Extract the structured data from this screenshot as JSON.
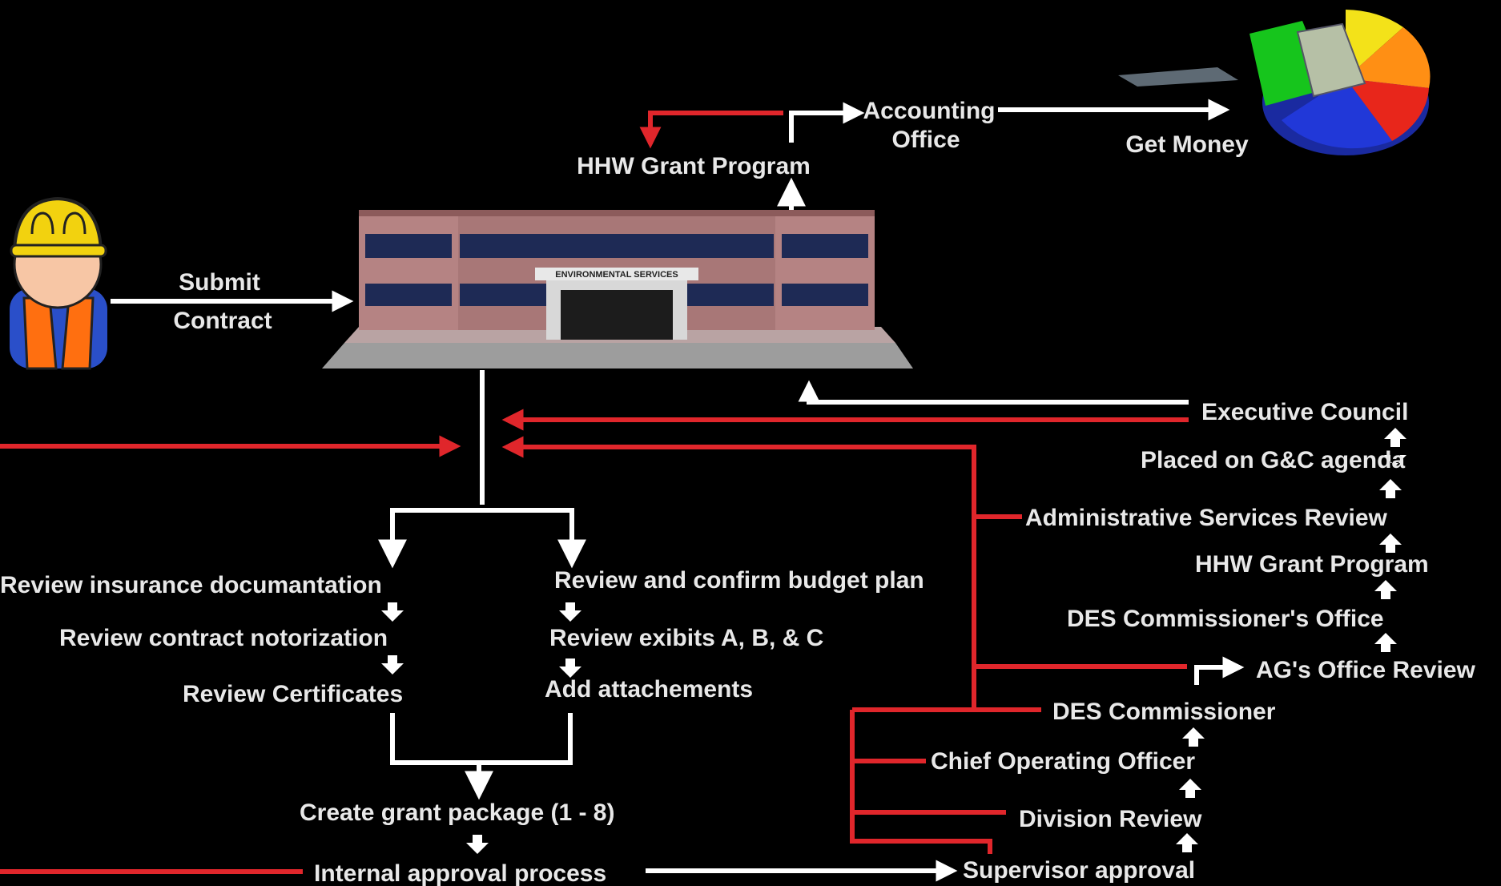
{
  "colors": {
    "background": "#000000",
    "text": "#e8e8e8",
    "white_connector": "#ffffff",
    "red_connector": "#e0262b",
    "building_wall": "#b58383",
    "building_roof": "#8c5b5b",
    "window": "#1e2a55",
    "helmet": "#f2d20f",
    "vest": "#ff6f10",
    "pie_yellow": "#f3e219",
    "pie_orange": "#ff8f14",
    "pie_red": "#e8261b",
    "pie_blue": "#2138d8",
    "pie_green": "#16c51c"
  },
  "icons": {
    "worker": "construction-worker-icon",
    "building": "environmental-services-building-icon",
    "money": "money-pie-chart-icon"
  },
  "building": {
    "sign": "ENVIRONMENTAL SERVICES"
  },
  "labels": {
    "submit": "Submit",
    "contract": "Contract",
    "hhw_grant_top": "HHW Grant Program",
    "accounting_1": "Accounting",
    "accounting_2": "Office",
    "get_money": "Get Money",
    "review_insurance": "Review insurance documantation",
    "review_notorization": "Review contract notorization",
    "review_certificates": "Review Certificates",
    "review_budget": "Review and confirm budget plan",
    "review_exhibits": "Review exibits A, B, & C",
    "add_attachments": "Add attachements",
    "create_package": "Create grant package (1 - 8)",
    "internal_approval": "Internal approval process",
    "supervisor_approval": "Supervisor approval",
    "division_review": "Division Review",
    "chief_operating": "Chief Operating Officer",
    "des_commissioner": "DES Commissioner",
    "ag_review": "AG's Office Review",
    "des_commissioner_office": "DES Commissioner's Office",
    "hhw_grant_right": "HHW Grant Program",
    "admin_services": "Administrative Services Review",
    "gc_agenda": "Placed on G&C agenda",
    "executive_council": "Executive Council"
  }
}
